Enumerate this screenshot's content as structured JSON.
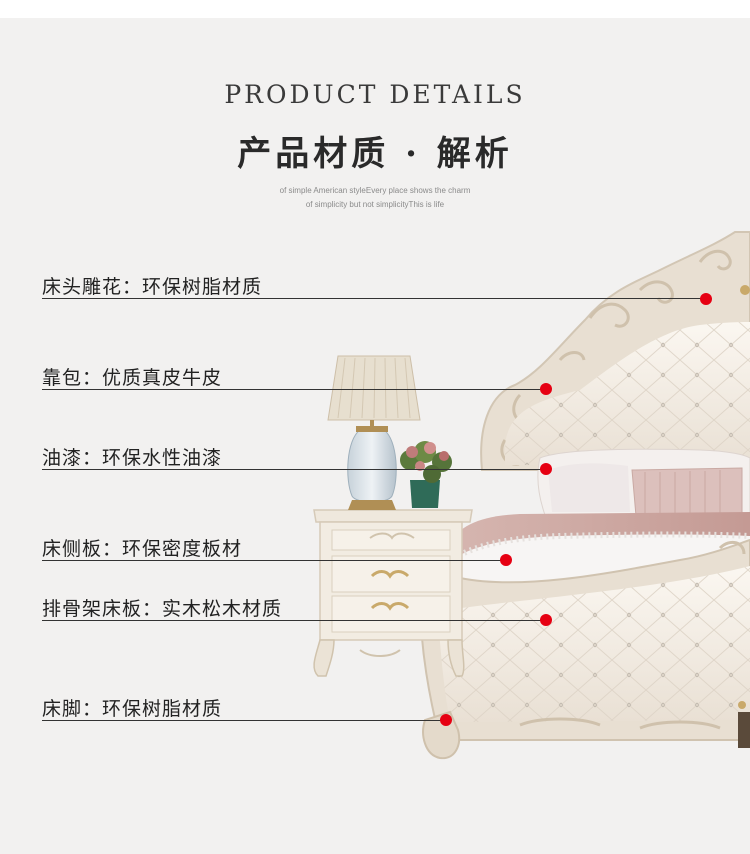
{
  "header": {
    "title_en": "PRODUCT DETAILS",
    "title_cn": "产品材质 · 解析",
    "subtitle_line1": "of simple American styleEvery place shows the charm",
    "subtitle_line2": "of simplicity but not simplicityThis is life"
  },
  "callouts": [
    {
      "label": "床头雕花：环保树脂材质"
    },
    {
      "label": "靠包：优质真皮牛皮"
    },
    {
      "label": "油漆：环保水性油漆"
    },
    {
      "label": "床侧板：环保密度板材"
    },
    {
      "label": "排骨架床板：实木松木材质"
    },
    {
      "label": "床脚：环保树脂材质"
    }
  ],
  "colors": {
    "background": "#f2f1f0",
    "marker": "#e60012",
    "leather": "#f3ece3",
    "carving": "#e8dfd2",
    "gold_trim": "#c9a96a"
  },
  "icons": {
    "marker": "red-dot-icon"
  }
}
